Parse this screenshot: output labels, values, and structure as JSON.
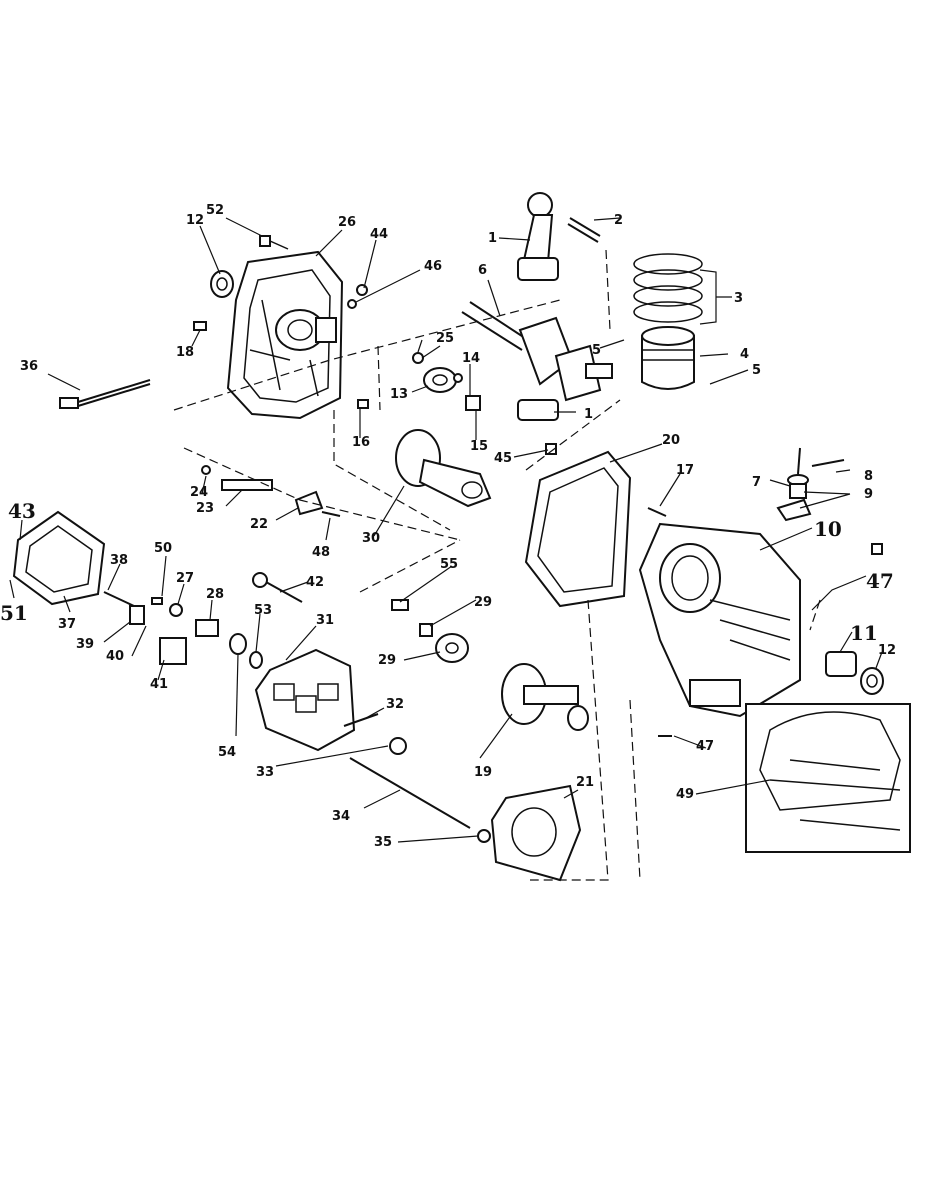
{
  "callouts": {
    "c1a": "1",
    "c1b": "1",
    "c2": "2",
    "c3": "3",
    "c4": "4",
    "c5a": "5",
    "c5b": "5",
    "c6": "6",
    "c7": "7",
    "c8": "8",
    "c9": "9",
    "c10": "10",
    "c11": "11",
    "c12a": "12",
    "c12b": "12",
    "c13": "13",
    "c14": "14",
    "c15": "15",
    "c16": "16",
    "c17": "17",
    "c18": "18",
    "c19": "19",
    "c20": "20",
    "c21": "21",
    "c22": "22",
    "c23": "23",
    "c24": "24",
    "c25": "25",
    "c26": "26",
    "c27": "27",
    "c28": "28",
    "c29a": "29",
    "c29b": "29",
    "c30": "30",
    "c31": "31",
    "c32": "32",
    "c33": "33",
    "c34": "34",
    "c35": "35",
    "c36": "36",
    "c37": "37",
    "c38": "38",
    "c39": "39",
    "c40": "40",
    "c41": "41",
    "c42": "42",
    "c43": "43",
    "c44": "44",
    "c45": "45",
    "c46": "46",
    "c47a": "47",
    "c47b": "47",
    "c48": "48",
    "c49": "49",
    "c50": "50",
    "c51": "51",
    "c52": "52",
    "c53": "53",
    "c54": "54",
    "c55": "55"
  }
}
